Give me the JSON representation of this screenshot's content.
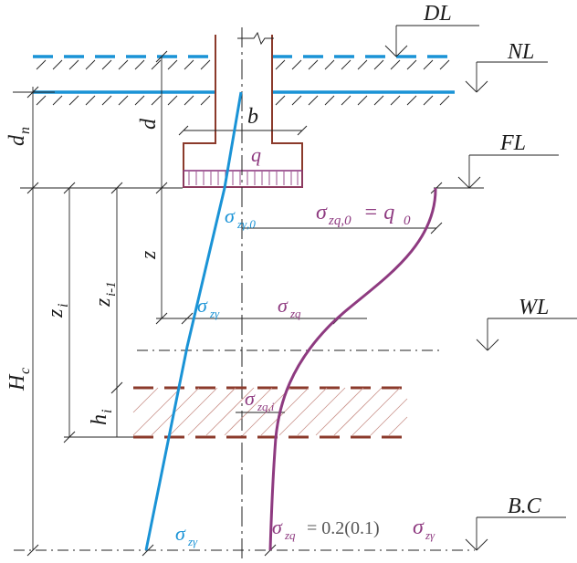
{
  "levels": {
    "dl": "DL",
    "nl": "NL",
    "fl": "FL",
    "wl": "WL",
    "bc": "B.C"
  },
  "dimensions": {
    "dn_base": "d",
    "dn_sub": "n",
    "d": "d",
    "z": "z",
    "zi_base": "z",
    "zi_sub": "i",
    "zi1_base": "z",
    "zi1_sub": "i-1",
    "hc_base": "H",
    "hc_sub": "c",
    "hi_base": "h",
    "hi_sub": "i"
  },
  "footing": {
    "b": "b",
    "q": "q"
  },
  "stresses": {
    "sz_gamma0_sym": "σ",
    "sz_gamma0_sub": "zγ,0",
    "szq0_sym": "σ",
    "szq0_sub": "zq,0",
    "szq0_eq": "= q",
    "szq0_eq_sub": "0",
    "sz_gamma_sym": "σ",
    "sz_gamma_sub": "zγ",
    "szq_sym": "σ",
    "szq_sub": "zq",
    "szqi_sym": "σ",
    "szqi_sub": "zq,i",
    "sz_gamma_bot_sym": "σ",
    "sz_gamma_bot_sub": "zγ",
    "szq_bot_sym": "σ",
    "szq_bot_sub": "zq",
    "szq_bot_eq": "= 0.2(0.1)",
    "szq_bot_eq_sym": "σ",
    "szq_bot_eq_sub": "zγ"
  },
  "colors": {
    "blue": "#1a93d6",
    "purple": "#8e3a80",
    "brown": "#8b3a2b",
    "black": "#222222"
  }
}
